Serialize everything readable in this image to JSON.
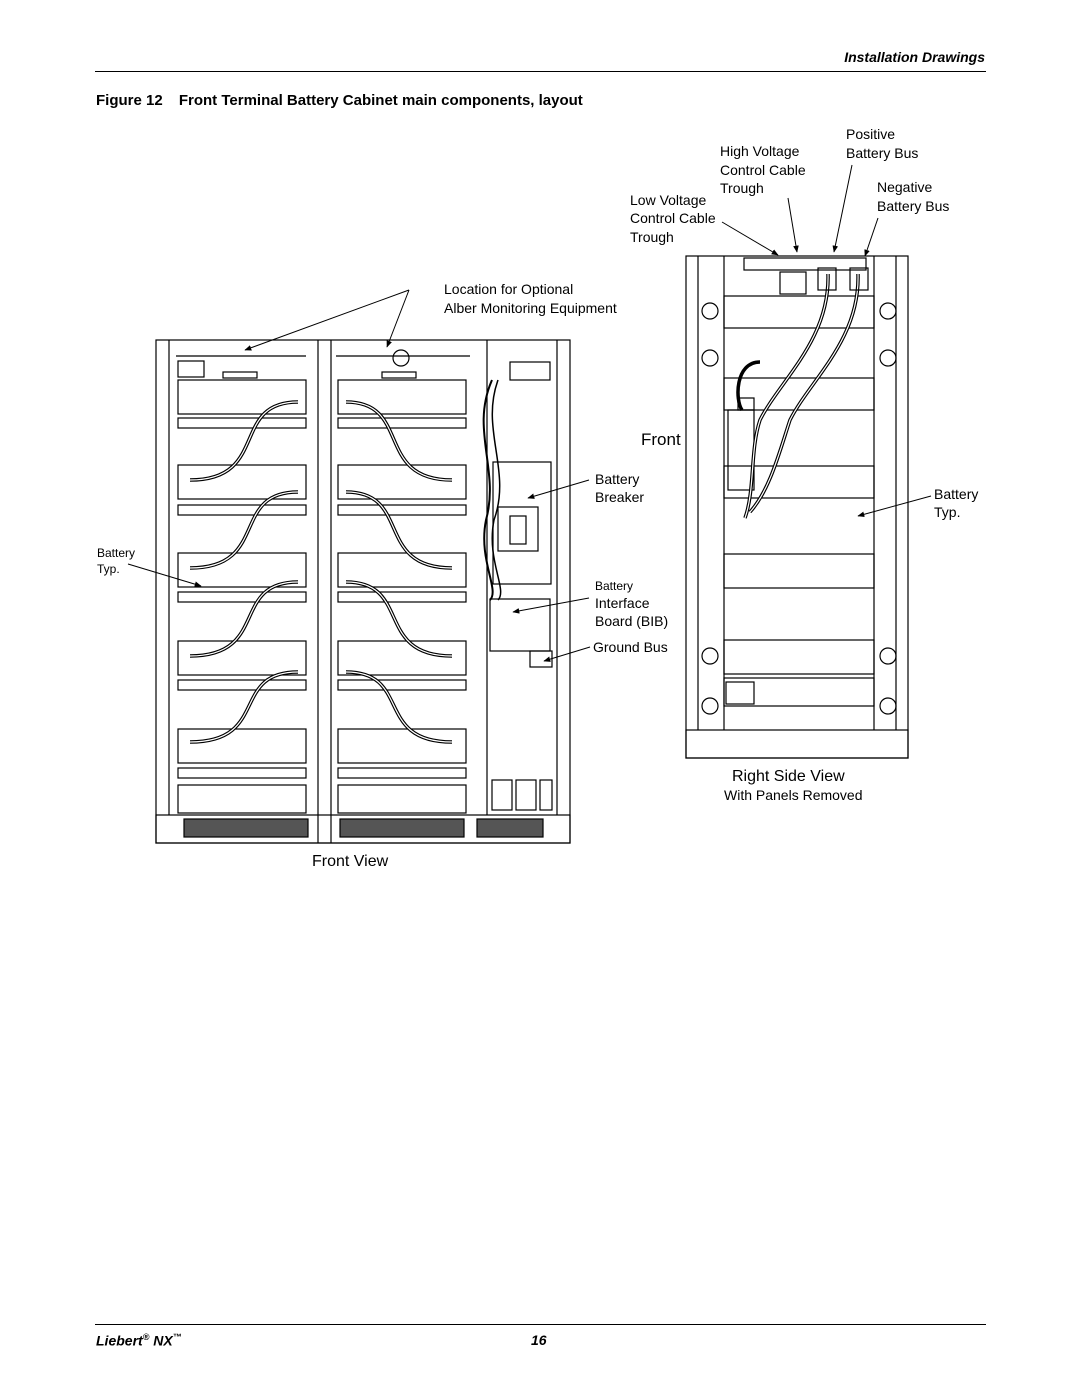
{
  "header": {
    "section_title": "Installation Drawings"
  },
  "figure": {
    "number": "Figure 12",
    "caption": "Front Terminal Battery Cabinet main components, layout"
  },
  "labels": {
    "positive_bus": [
      "Positive",
      "Battery Bus"
    ],
    "hv_trough": [
      "High Voltage",
      "Control Cable",
      "Trough"
    ],
    "negative_bus": [
      "Negative",
      "Battery Bus"
    ],
    "lv_trough": [
      "Low Voltage",
      "Control Cable",
      "Trough"
    ],
    "alber": [
      "Location for Optional",
      "Alber Monitoring Equipment"
    ],
    "front": "Front",
    "breaker": [
      "Battery",
      "Breaker"
    ],
    "battery_typ_right": [
      "Battery",
      "Typ."
    ],
    "battery_typ_left": [
      "Battery",
      "Typ."
    ],
    "bib": [
      "Battery",
      "Interface",
      "Board (BIB)"
    ],
    "ground_bus": "Ground Bus",
    "right_view_title": "Right Side View",
    "right_view_sub": "With Panels Removed",
    "front_view_title": "Front View"
  },
  "footer": {
    "product": "Liebert",
    "product_suffix": "NX",
    "page_number": "16"
  }
}
